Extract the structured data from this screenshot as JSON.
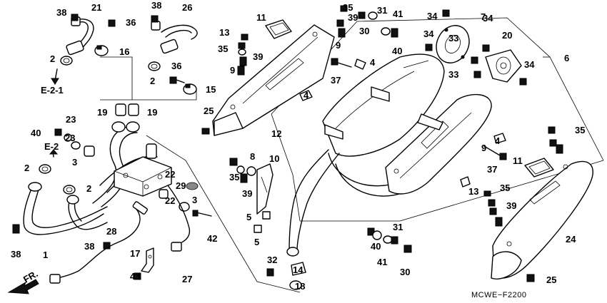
{
  "diagram_code": "MCWE−F2200",
  "references": {
    "upper": "E-2-1",
    "lower": "E-2"
  },
  "direction_label": "FR.",
  "callouts": [
    "1",
    "2",
    "2",
    "2",
    "2",
    "3",
    "3",
    "4",
    "4",
    "4",
    "5",
    "5",
    "6",
    "7",
    "8",
    "9",
    "9",
    "9",
    "10",
    "11",
    "11",
    "12",
    "13",
    "13",
    "14",
    "15",
    "16",
    "17",
    "18",
    "19",
    "19",
    "20",
    "21",
    "22",
    "22",
    "23",
    "23",
    "24",
    "25",
    "25",
    "26",
    "27",
    "28",
    "29",
    "30",
    "30",
    "31",
    "31",
    "32",
    "33",
    "33",
    "34",
    "34",
    "34",
    "34",
    "35",
    "35",
    "35",
    "35",
    "35",
    "36",
    "36",
    "37",
    "37",
    "38",
    "38",
    "38",
    "38",
    "39",
    "39",
    "39",
    "39",
    "40",
    "40",
    "40",
    "41",
    "41",
    "42",
    "43"
  ]
}
